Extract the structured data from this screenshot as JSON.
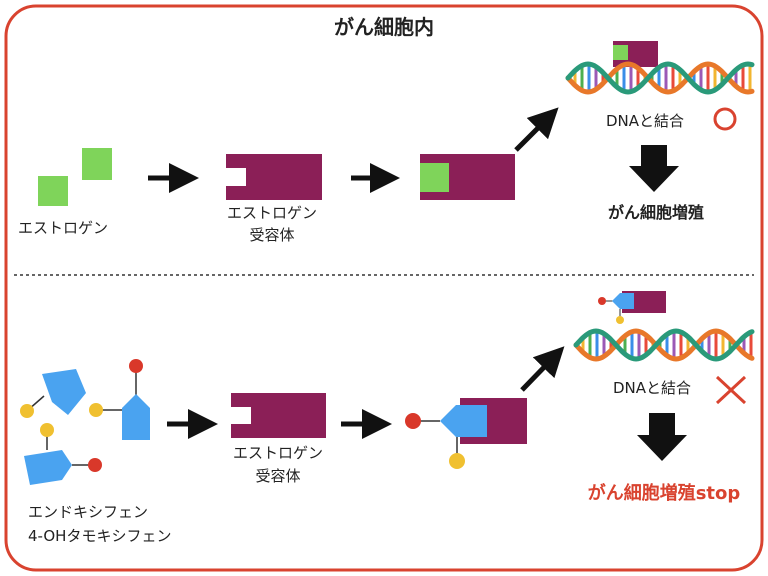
{
  "title": "がん細胞内",
  "colors": {
    "frame": "#d9432f",
    "receptor": "#8b1f57",
    "estrogen": "#7fd45a",
    "tamoxifen_body": "#4aa3f0",
    "atom_red": "#d9382a",
    "atom_yellow": "#f0c030",
    "arrow": "#111111",
    "stop_text": "#d9432f"
  },
  "top": {
    "estrogen_label": "エストロゲン",
    "receptor_label_line1": "エストロゲン",
    "receptor_label_line2": "受容体",
    "dna_label": "DNAと結合",
    "dna_mark": "○",
    "result": "がん細胞増殖"
  },
  "bottom": {
    "drug_label_line1": "エンドキシフェン",
    "drug_label_line2": "4-OHタモキシフェン",
    "receptor_label_line1": "エストロゲン",
    "receptor_label_line2": "受容体",
    "dna_label": "DNAと結合",
    "dna_mark": "×",
    "result": "がん細胞増殖stop"
  }
}
